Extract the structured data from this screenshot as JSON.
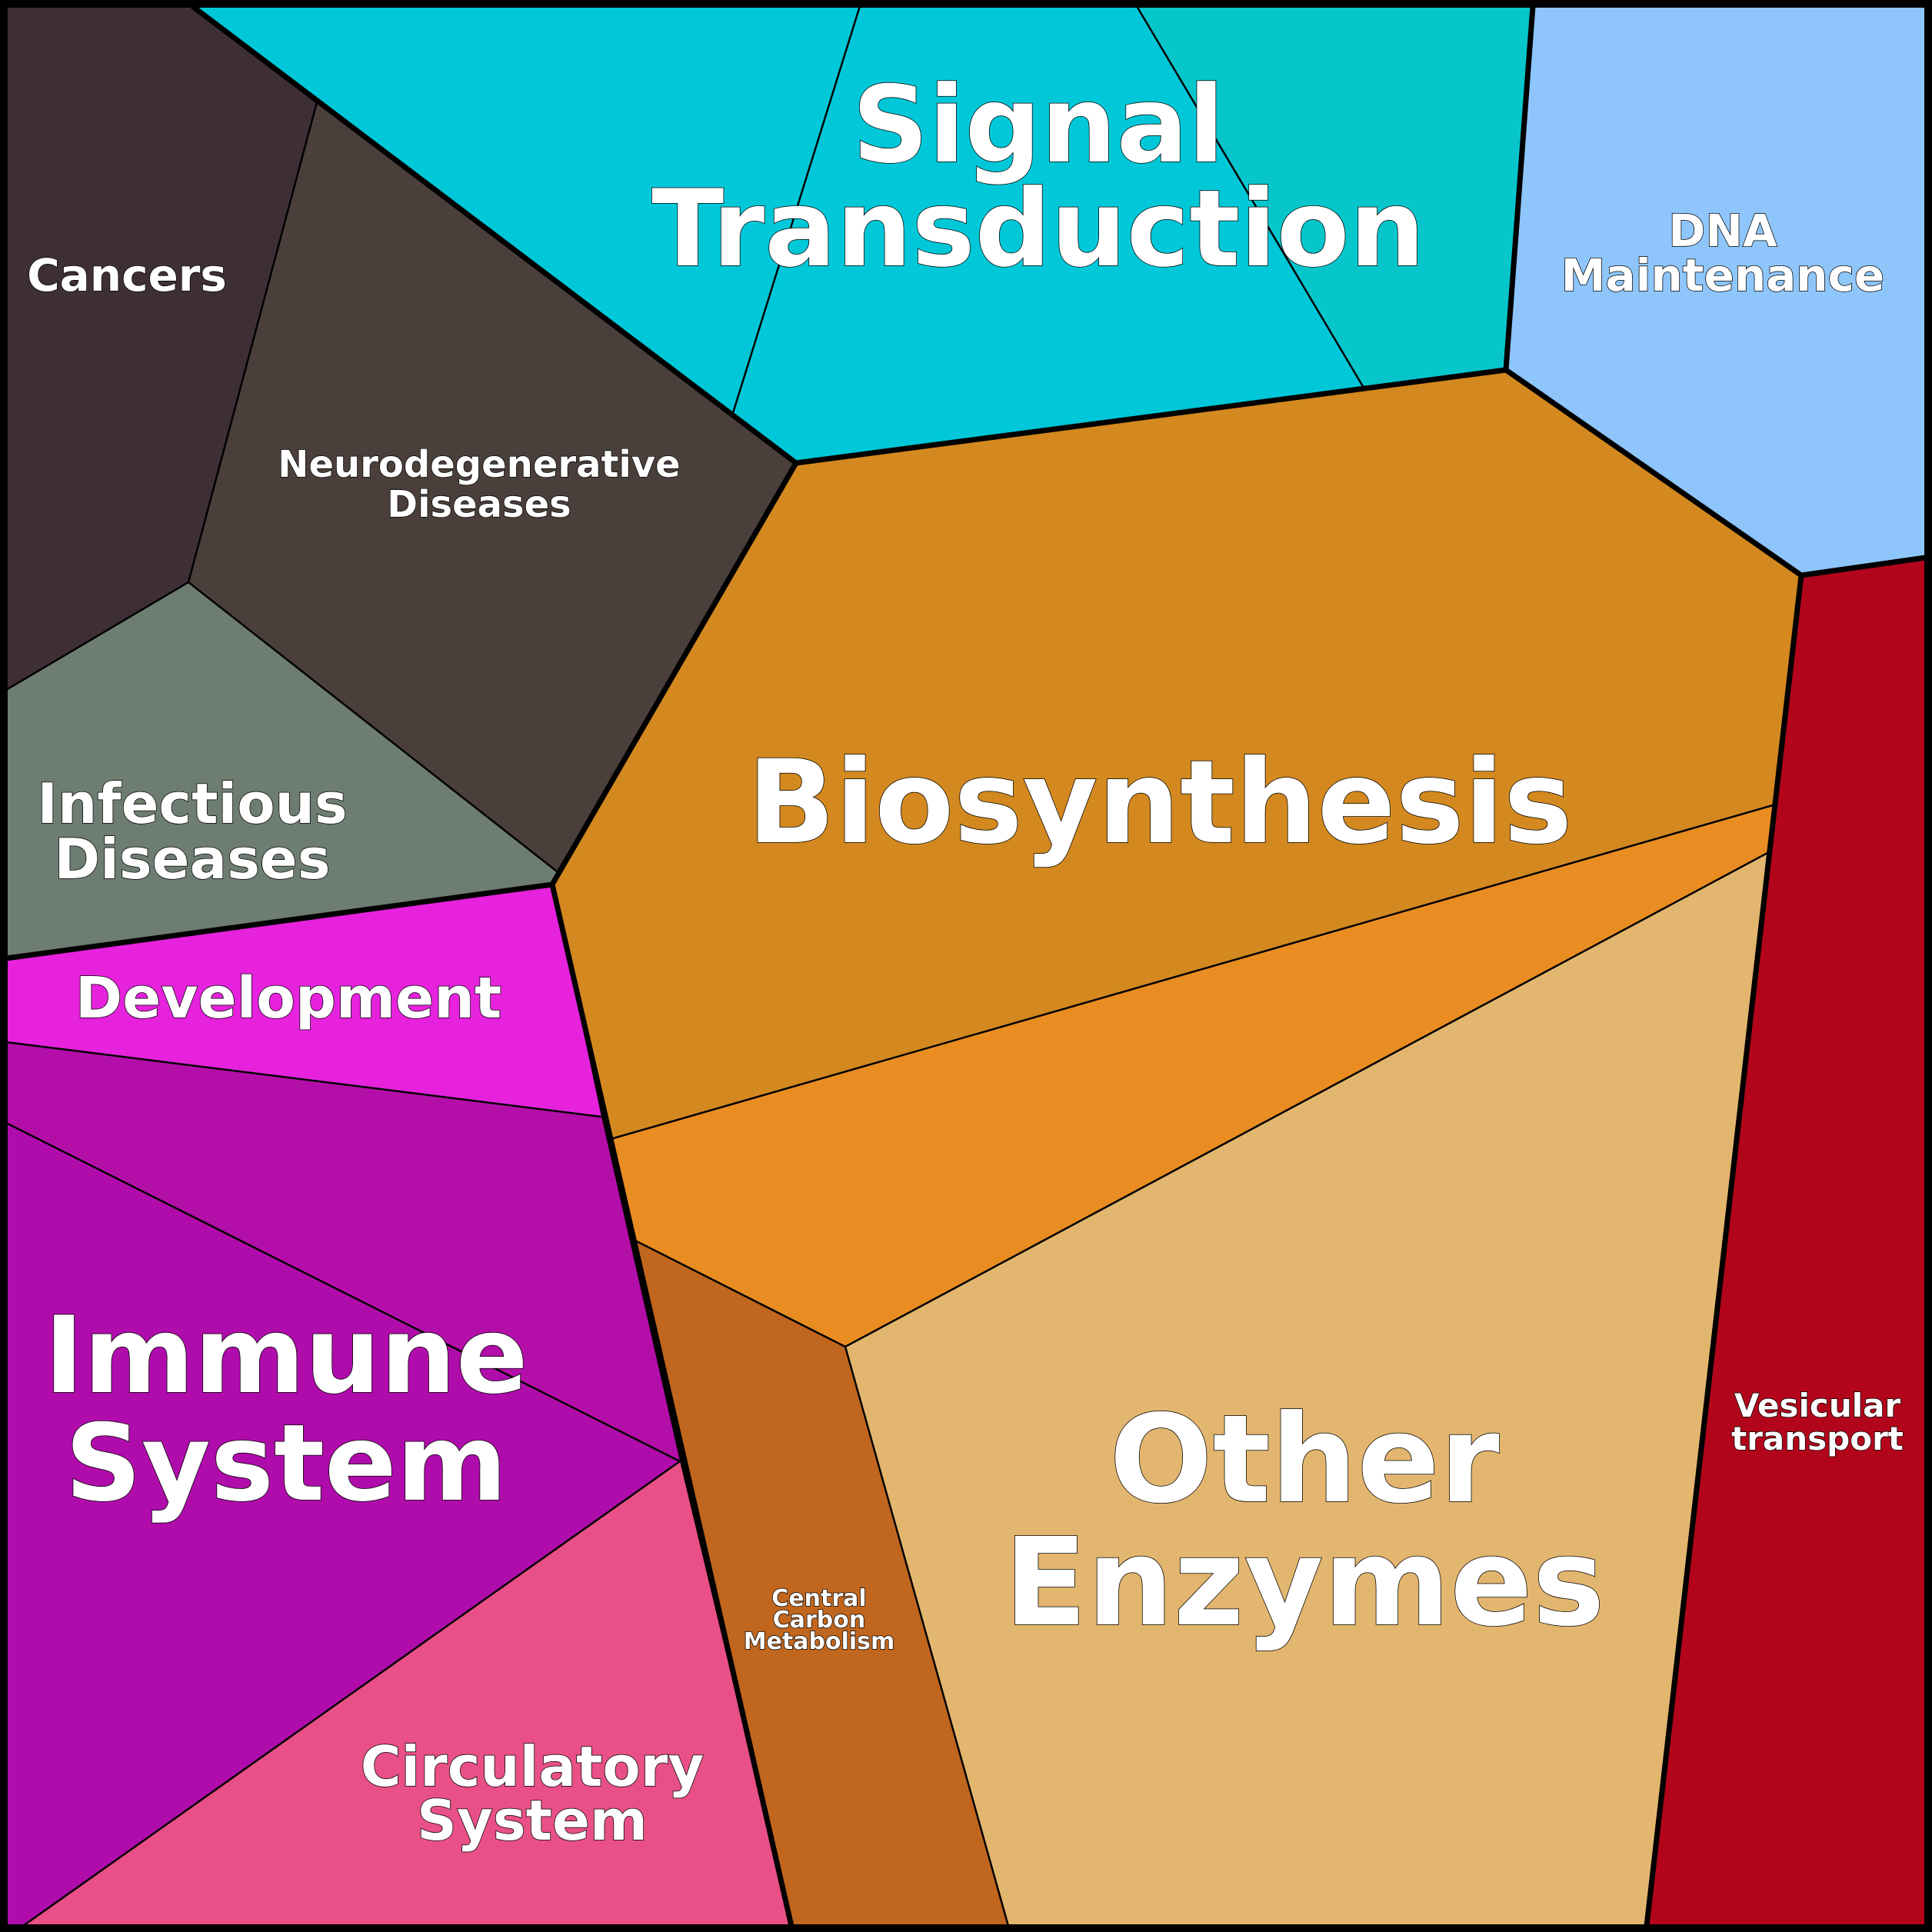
{
  "diagram": {
    "colors": {
      "border": "#000000",
      "text": "#ffffff"
    },
    "regions": [
      {
        "id": "signal-transduction",
        "label": [
          "Signal",
          "Transduction"
        ],
        "color": "#00c8d8"
      },
      {
        "id": "signal-transduction-sub",
        "color": "#06c6cc"
      },
      {
        "id": "dna-maintenance",
        "label": [
          "DNA",
          "Maintenance"
        ],
        "color": "#8ec6fc"
      },
      {
        "id": "cancers",
        "label": [
          "Cancers"
        ],
        "color": "#3e2f36"
      },
      {
        "id": "neurodegenerative-diseases",
        "label": [
          "Neurodegenerative",
          "Diseases"
        ],
        "color": "#4a3f3b"
      },
      {
        "id": "infectious-diseases",
        "label": [
          "Infectious",
          "Diseases"
        ],
        "color": "#6e7d71"
      },
      {
        "id": "development",
        "label": [
          "Development"
        ],
        "color": "#e622dd"
      },
      {
        "id": "immune-system",
        "label": [
          "Immune",
          "System"
        ],
        "color": "#b00cab"
      },
      {
        "id": "immune-system-sub",
        "color": "#b40ea9"
      },
      {
        "id": "circulatory-system",
        "label": [
          "Circulatory",
          "System"
        ],
        "color": "#e85087"
      },
      {
        "id": "biosynthesis",
        "label": [
          "Biosynthesis"
        ],
        "color": "#d3891f"
      },
      {
        "id": "biosynthesis-sub",
        "color": "#e98d22"
      },
      {
        "id": "central-carbon-metabolism",
        "label": [
          "Central",
          "Carbon",
          "Metabolism"
        ],
        "color": "#c0661e"
      },
      {
        "id": "other-enzymes",
        "label": [
          "Other",
          "Enzymes"
        ],
        "color": "#e3b66f"
      },
      {
        "id": "vesicular-transport",
        "label": [
          "Vesicular",
          "transport"
        ],
        "color": "#b2051b"
      }
    ]
  }
}
